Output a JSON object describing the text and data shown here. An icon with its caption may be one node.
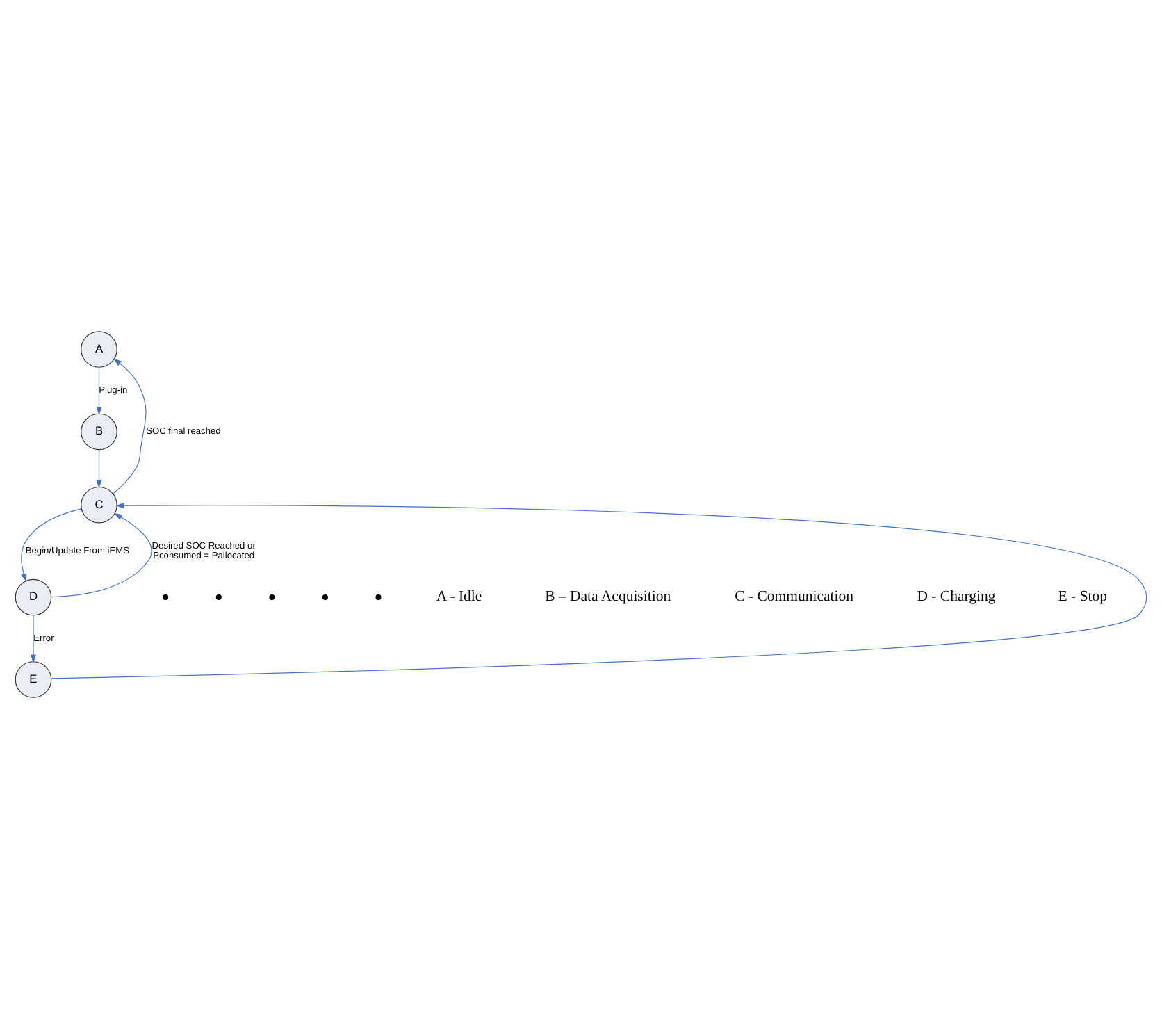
{
  "diagram": {
    "nodes": [
      {
        "text": [
          "A"
        ]
      },
      {
        "text": [
          "B"
        ]
      },
      {
        "text": [
          "C"
        ]
      },
      {
        "text": [
          "D"
        ]
      },
      {
        "text": [
          "E"
        ]
      }
    ],
    "edges": [
      {
        "from": 0,
        "to": 1,
        "arrow": "to",
        "label": "Plug-in"
      },
      {
        "from": 1,
        "to": 2,
        "arrow": "to"
      },
      {
        "from": 2,
        "to": 0,
        "arrow": "to",
        "label": "SOC final reached"
      },
      {
        "from": 3,
        "to": 2,
        "arrow": "to",
        "label": "Desired SOC Reached or Pconsumed = Pallocated"
      },
      {
        "from": 2,
        "to": 3,
        "arrow": "to",
        "label": "Begin/Update From iEMS"
      },
      {
        "from": 3,
        "to": 4,
        "arrow": "to",
        "label": "Error"
      },
      {
        "from": 4,
        "to": 2,
        "arrow": "to"
      }
    ],
    "labels": [
      "A - Idle",
      "B – Data Acquisition",
      "C - Communication",
      "D - Charging",
      "E - Stop"
    ]
  }
}
